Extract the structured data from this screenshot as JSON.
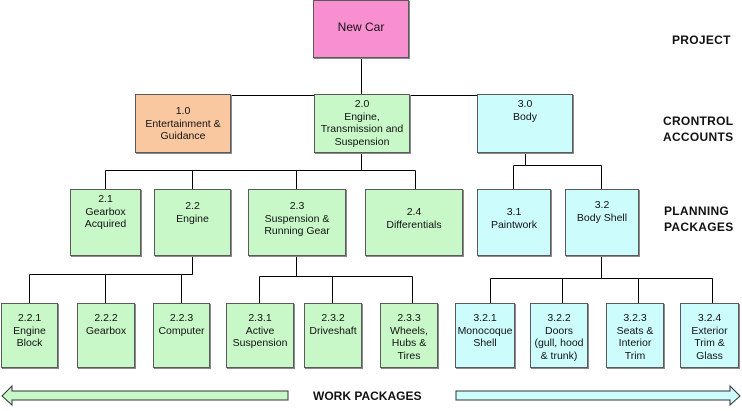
{
  "diagram": {
    "title_node": {
      "id": "root",
      "label": "New Car"
    },
    "levels": {
      "project": "PROJECT",
      "control_accounts": "CRONTROL\nACCOUNTS",
      "planning_packages": "PLANNING\nPACKAGES",
      "work_packages": "WORK PACKAGES"
    },
    "colors": {
      "project": "#f88fd0",
      "entertainment": "#fac8a0",
      "engine_branch": "#c8f8c8",
      "body_branch": "#ccfcfc"
    },
    "nodes": {
      "n1_0": "1.0\nEntertainment &\nGuidance",
      "n2_0": "2.0\nEngine,\nTransmission and\nSuspension",
      "n3_0": "3.0\nBody",
      "n2_1": "2.1\nGearbox\nAcquired",
      "n2_2": "2.2\nEngine",
      "n2_3": "2.3\nSuspension &\nRunning Gear",
      "n2_4": "2.4\nDifferentials",
      "n3_1": "3.1\nPaintwork",
      "n3_2": "3.2\nBody Shell",
      "n2_2_1": "2.2.1\nEngine\nBlock",
      "n2_2_2": "2.2.2\nGearbox",
      "n2_2_3": "2.2.3\nComputer",
      "n2_3_1": "2.3.1\nActive\nSuspension",
      "n2_3_2": "2.3.2\nDriveshaft",
      "n2_3_3": "2.3.3\nWheels,\nHubs &\nTires",
      "n3_2_1": "3.2.1\nMonocoque\nShell",
      "n3_2_2": "3.2.2\nDoors\n(gull, hood\n& trunk)",
      "n3_2_3": "3.2.3\nSeats &\nInterior\nTrim",
      "n3_2_4": "3.2.4\nExterior\nTrim &\nGlass"
    }
  }
}
